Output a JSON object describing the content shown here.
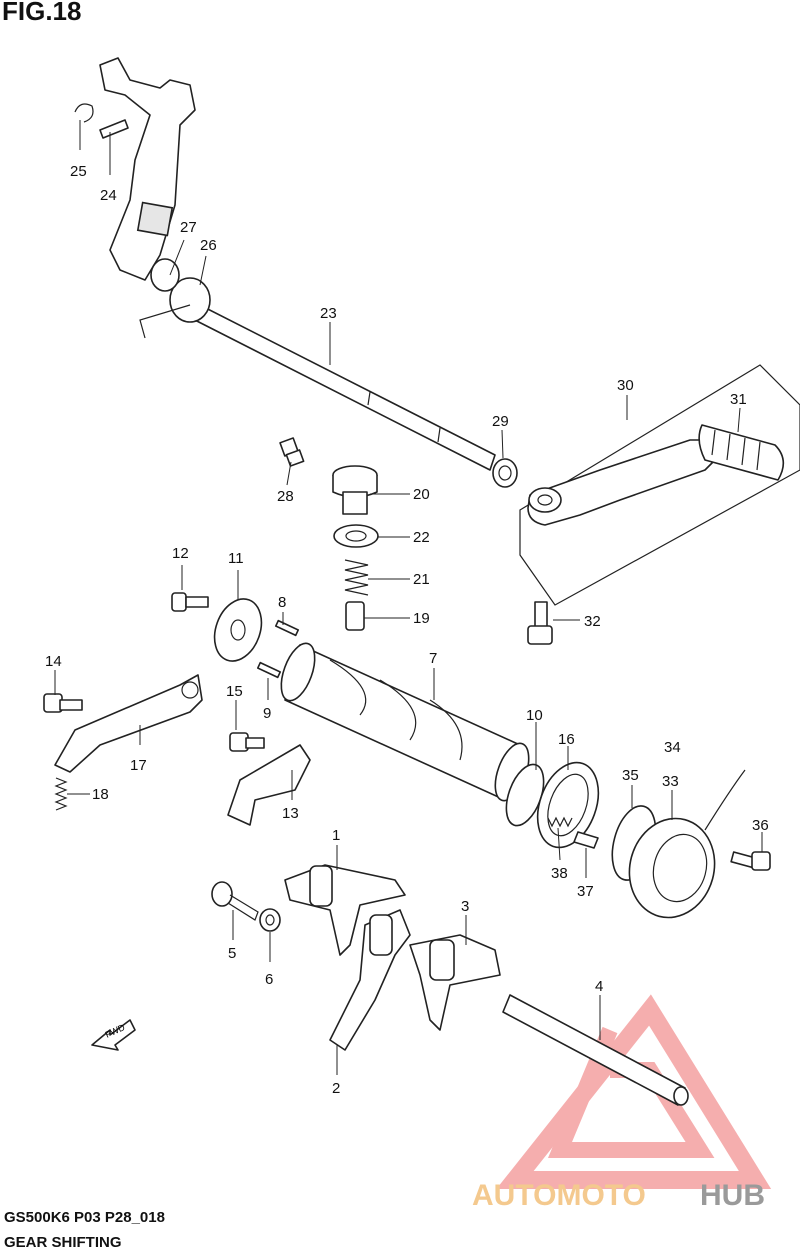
{
  "figure": {
    "title": "FIG.18"
  },
  "footer": {
    "code": "GS500K6 P03 P28_018",
    "title": "GEAR SHIFTING"
  },
  "fwd_label": "FWD",
  "watermark": {
    "text_part1": "AUTOMOTO",
    "text_part2": "HUB",
    "color_primary": "#f7a8a8",
    "color_secondary": "#f5d6a0",
    "color_dark": "#9a9a9a"
  },
  "callouts": [
    {
      "id": "1",
      "label": "1"
    },
    {
      "id": "2",
      "label": "2"
    },
    {
      "id": "3",
      "label": "3"
    },
    {
      "id": "4",
      "label": "4"
    },
    {
      "id": "5",
      "label": "5"
    },
    {
      "id": "6",
      "label": "6"
    },
    {
      "id": "7",
      "label": "7"
    },
    {
      "id": "8",
      "label": "8"
    },
    {
      "id": "9",
      "label": "9"
    },
    {
      "id": "10",
      "label": "10"
    },
    {
      "id": "11",
      "label": "11"
    },
    {
      "id": "12",
      "label": "12"
    },
    {
      "id": "13",
      "label": "13"
    },
    {
      "id": "14",
      "label": "14"
    },
    {
      "id": "15",
      "label": "15"
    },
    {
      "id": "16",
      "label": "16"
    },
    {
      "id": "17",
      "label": "17"
    },
    {
      "id": "18",
      "label": "18"
    },
    {
      "id": "19",
      "label": "19"
    },
    {
      "id": "20",
      "label": "20"
    },
    {
      "id": "21",
      "label": "21"
    },
    {
      "id": "22",
      "label": "22"
    },
    {
      "id": "23",
      "label": "23"
    },
    {
      "id": "24",
      "label": "24"
    },
    {
      "id": "25",
      "label": "25"
    },
    {
      "id": "26",
      "label": "26"
    },
    {
      "id": "27",
      "label": "27"
    },
    {
      "id": "28",
      "label": "28"
    },
    {
      "id": "29",
      "label": "29"
    },
    {
      "id": "30",
      "label": "30"
    },
    {
      "id": "31",
      "label": "31"
    },
    {
      "id": "32",
      "label": "32"
    },
    {
      "id": "33",
      "label": "33"
    },
    {
      "id": "34",
      "label": "34"
    },
    {
      "id": "35",
      "label": "35"
    },
    {
      "id": "36",
      "label": "36"
    },
    {
      "id": "37",
      "label": "37"
    },
    {
      "id": "38",
      "label": "38"
    }
  ]
}
